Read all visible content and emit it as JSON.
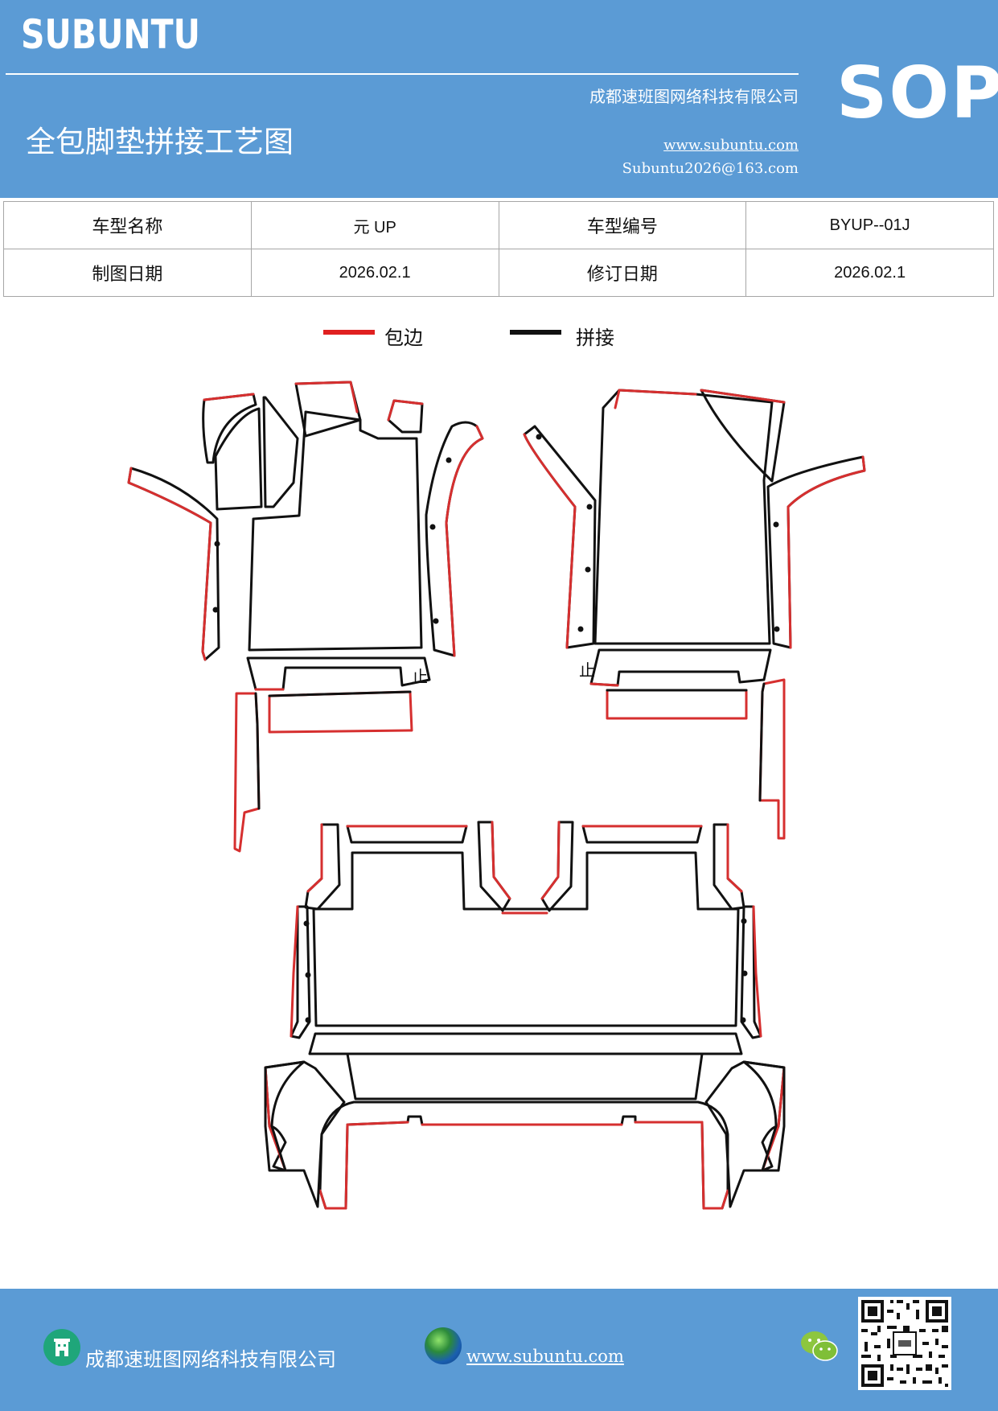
{
  "header": {
    "brand": "SUBUNTU",
    "sop": "SOP",
    "title": "全包脚垫拼接工艺图",
    "company": "成都速班图网络科技有限公司",
    "website": "www.subuntu.com",
    "email": "Subuntu2026@163.com"
  },
  "info_table": {
    "rows": [
      [
        "车型名称",
        "元 UP",
        "车型编号",
        "BYUP--01J"
      ],
      [
        "制图日期",
        "2026.02.1",
        "修订日期",
        "2026.02.1"
      ]
    ]
  },
  "legend": {
    "items": [
      {
        "label": "包边",
        "color": "#e02020"
      },
      {
        "label": "拼接",
        "color": "#111111"
      }
    ]
  },
  "diagram": {
    "stop_label_left": "止",
    "stop_label_right": "止",
    "colors": {
      "edge": "#d62f2f",
      "seam": "#111111"
    }
  },
  "footer": {
    "company": "成都速班图网络科技有限公司",
    "website": "www.subuntu.com ",
    "icons": [
      "building-icon",
      "globe-icon",
      "wechat-icon",
      "qr-code"
    ]
  }
}
